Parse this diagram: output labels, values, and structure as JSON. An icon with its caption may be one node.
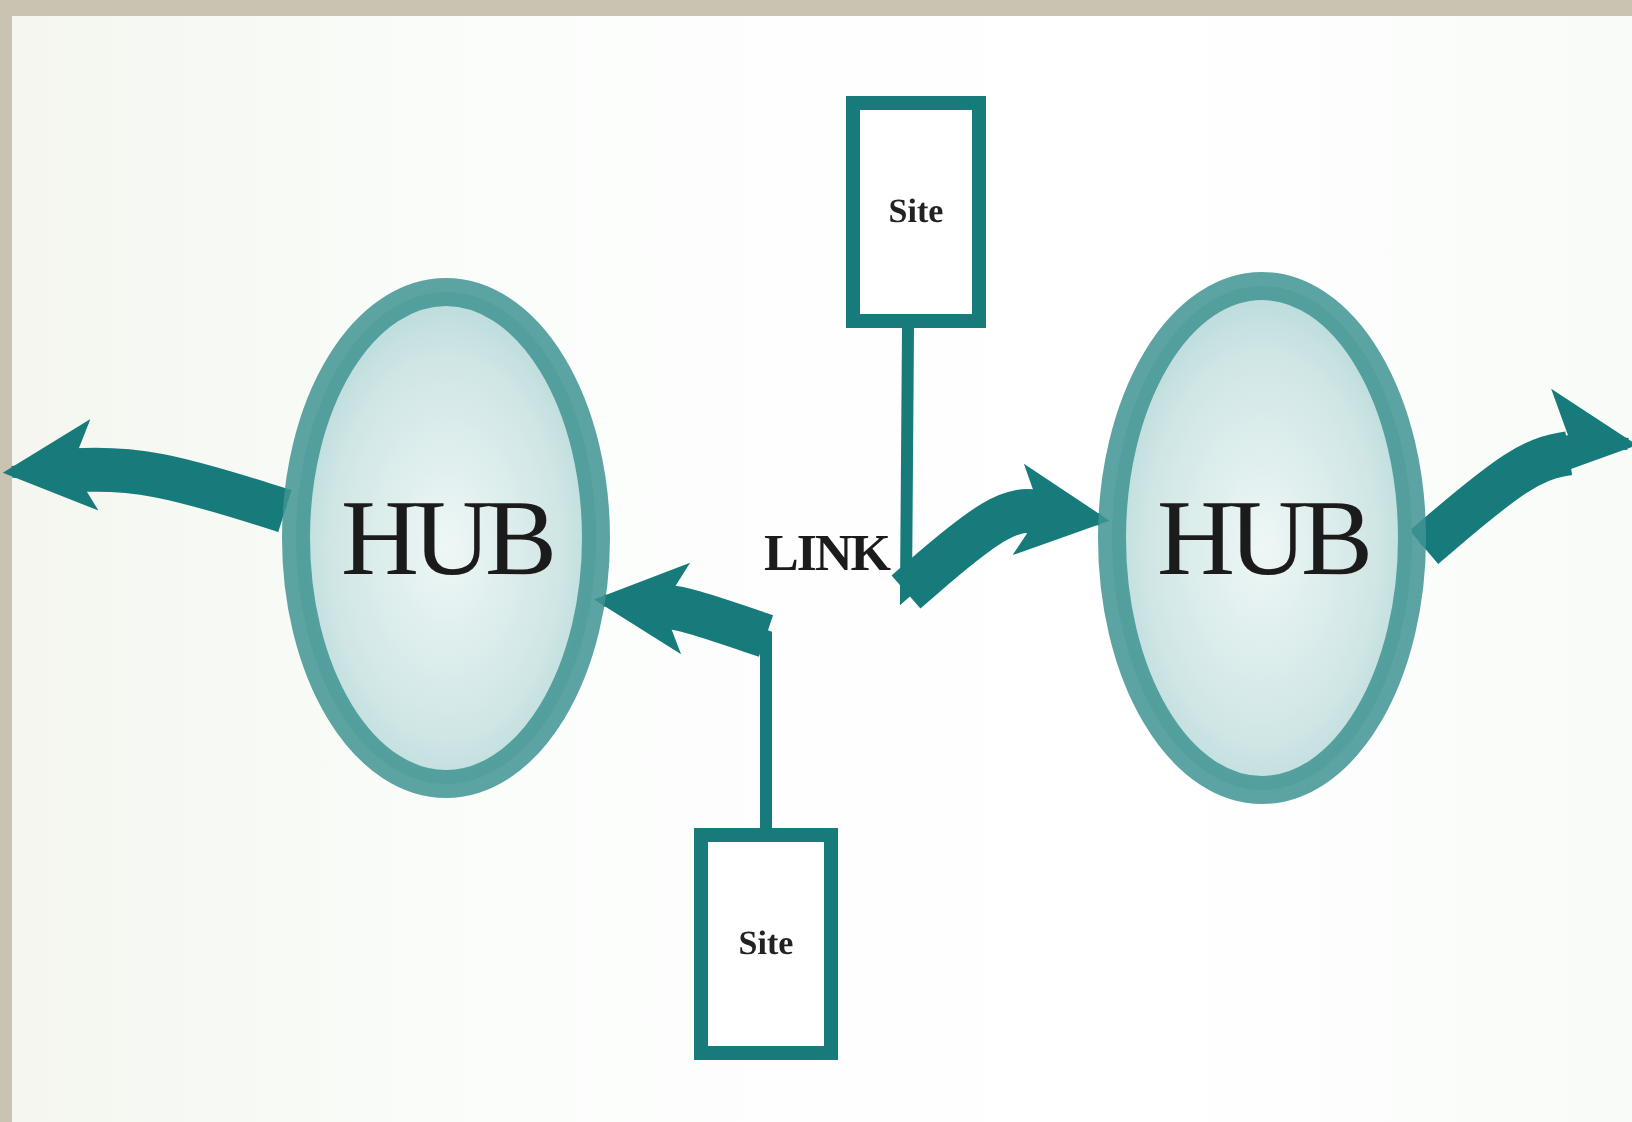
{
  "diagram": {
    "nodes": [
      {
        "text": [
          "Site"
        ]
      },
      {
        "text": [
          "HUB"
        ]
      },
      {
        "text": [
          "HUB"
        ]
      },
      {
        "text": [
          "Site"
        ]
      }
    ],
    "edges": [
      {
        "from": 0,
        "to": 2,
        "arrow": "to"
      },
      {
        "from": 3,
        "to": 1,
        "arrow": "to"
      },
      {
        "from": 1,
        "to": null,
        "arrow": "to"
      },
      {
        "from": 2,
        "to": null,
        "arrow": "to"
      }
    ],
    "labels": [
      "LINK"
    ]
  }
}
